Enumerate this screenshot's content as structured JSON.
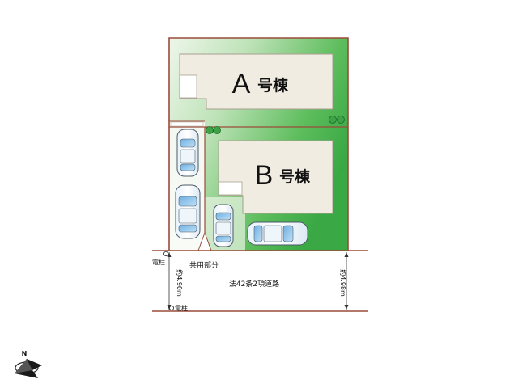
{
  "buildings": {
    "a": {
      "letter": "A",
      "suffix": "号棟"
    },
    "b": {
      "letter": "B",
      "suffix": "号棟"
    }
  },
  "labels": {
    "shared": "共用部分",
    "road": "法42条2項道路",
    "pole_top": "電柱",
    "pole_bottom": "電柱",
    "width_left": "約4.90m",
    "width_right": "約4.98m",
    "north": "N"
  },
  "colors": {
    "lot_green": "#3faf4a",
    "lot_light": "#e6f2e0",
    "boundary": "#9b4b3a",
    "building_fill": "#f1ece2",
    "building_stroke": "#a8a090",
    "car_blue": "#9ec8ea"
  }
}
